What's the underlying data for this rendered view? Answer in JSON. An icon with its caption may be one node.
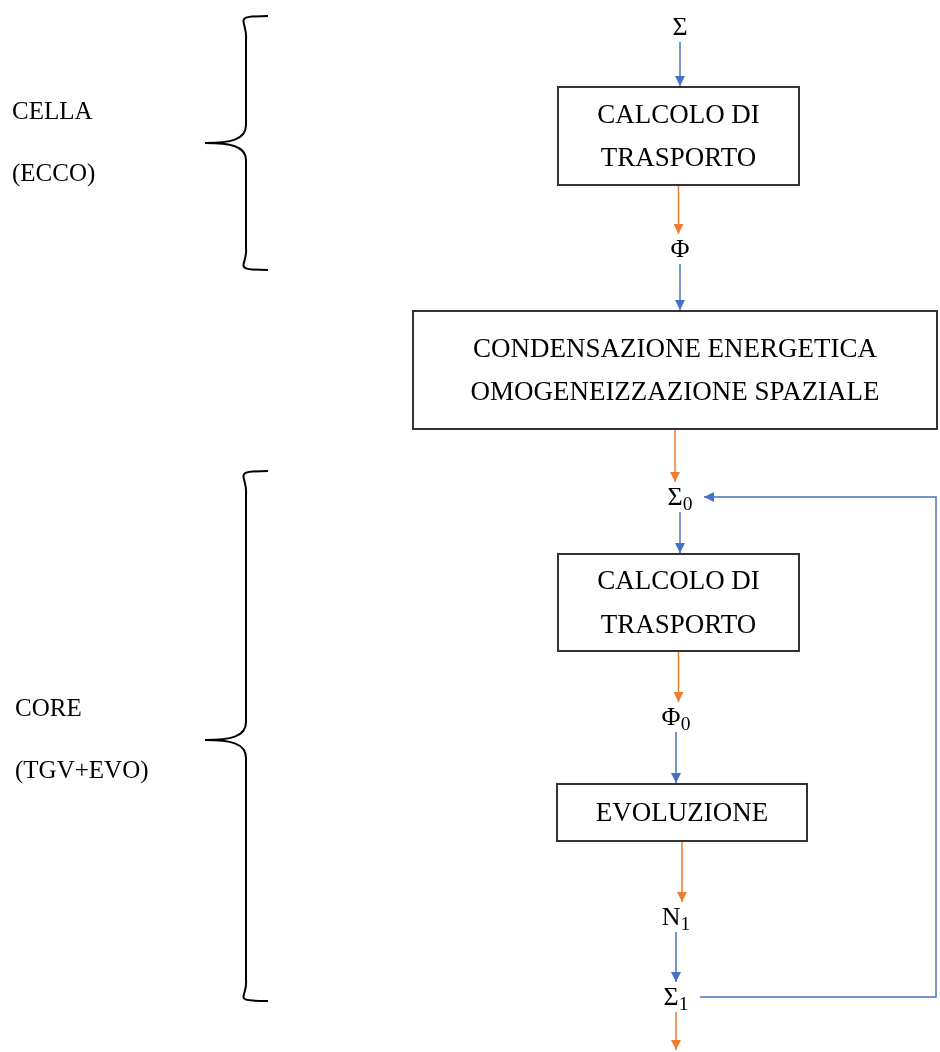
{
  "diagram": {
    "nodes": [
      {
        "text": [
          "Σ"
        ]
      },
      {
        "text": [
          "CALCOLO DI TRASPORTO"
        ]
      },
      {
        "text": [
          "Φ"
        ]
      },
      {
        "text": [
          "CONDENSAZIONE ENERGETICA OMOGENEIZZAZIONE SPAZIALE"
        ]
      },
      {
        "text": [
          "Σ$_{0}$"
        ]
      },
      {
        "text": [
          "CALCOLO DI TRASPORTO"
        ]
      },
      {
        "text": [
          "Φ$_{0}$"
        ]
      },
      {
        "text": [
          "EVOLUZIONE"
        ]
      },
      {
        "text": [
          "N$_{1}$"
        ]
      },
      {
        "text": [
          "Σ$_{1}$"
        ]
      }
    ],
    "edges": [
      {
        "from": 0,
        "to": 1,
        "arrow": "to"
      },
      {
        "from": 1,
        "to": 2,
        "arrow": "to",
        "color": "#ed7d31"
      },
      {
        "from": 2,
        "to": 3,
        "arrow": "to"
      },
      {
        "from": 3,
        "to": 4,
        "arrow": "to",
        "color": "#ed7d31"
      },
      {
        "from": 4,
        "to": 5,
        "arrow": "to"
      },
      {
        "from": 5,
        "to": 6,
        "arrow": "to",
        "color": "#ed7d31"
      },
      {
        "from": 6,
        "to": 7,
        "arrow": "to"
      },
      {
        "from": 7,
        "to": 8,
        "arrow": "to",
        "color": "#ed7d31"
      },
      {
        "from": 8,
        "to": 9,
        "arrow": "to"
      },
      {
        "from": 9,
        "to": 4,
        "arrow": "to"
      },
      {
        "from": 9,
        "to": null,
        "arrow": "to",
        "color": "#ed7d31"
      }
    ],
    "labels": [
      "CELLA",
      "(ECCO)",
      "CORE",
      "(TGV+EVO)"
    ]
  }
}
